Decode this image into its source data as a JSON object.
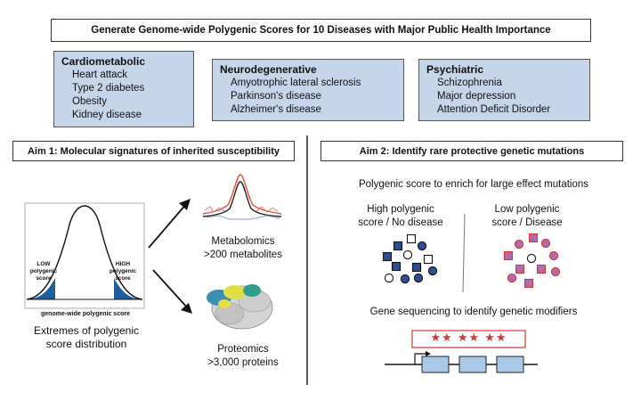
{
  "title": "Generate Genome-wide Polygenic Scores for 10 Diseases with Major Public Health Importance",
  "categories": [
    {
      "heading": "Cardiometabolic",
      "items": [
        "Heart attack",
        "Type 2 diabetes",
        "Obesity",
        "Kidney disease"
      ]
    },
    {
      "heading": "Neurodegenerative",
      "items": [
        "Amyotrophic lateral sclerosis",
        "Parkinson's disease",
        "Alzheimer's disease"
      ]
    },
    {
      "heading": "Psychiatric",
      "items": [
        "Schizophrenia",
        "Major depression",
        "Attention Deficit Disorder"
      ]
    }
  ],
  "aim1": {
    "title": "Aim 1: Molecular signatures of inherited susceptibility",
    "low_label": "LOW polygenic score",
    "high_label": "HIGH polygenic score",
    "axis_label": "genome-wide polygenic score",
    "extremes": "Extremes of polygenic score distribution",
    "metabolomics": "Metabolomics",
    "metabolomics_count": ">200 metabolites",
    "proteomics": "Proteomics",
    "proteomics_count": ">3,000 proteins"
  },
  "aim2": {
    "title": "Aim 2: Identify rare protective genetic mutations",
    "enrich": "Polygenic score to enrich for large effect mutations",
    "high_group": "High polygenic score / No disease",
    "low_group": "Low polygenic score / Disease",
    "sequencing": "Gene sequencing to identify genetic modifiers",
    "stars": "★★ ★★ ★★"
  },
  "colors": {
    "category_fill": "#c5d5ea",
    "tail_fill": "#1f5d9c",
    "marker_blue": "#2d4f8f",
    "marker_purple": "#b06ab0",
    "marker_red": "#d33a2c",
    "exon_fill": "#a9c9e8"
  }
}
